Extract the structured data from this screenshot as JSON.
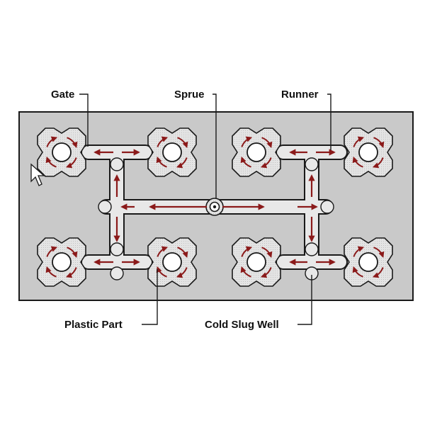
{
  "labels": {
    "gate": "Gate",
    "sprue": "Sprue",
    "runner": "Runner",
    "plastic_part": "Plastic Part",
    "cold_slug_well": "Cold Slug Well"
  },
  "colors": {
    "plate": "#c9c9c9",
    "outline": "#1a1a1a",
    "channel": "#e6e6e6",
    "flow_arrow": "#8b1a1a",
    "label_text": "#111111"
  },
  "icons": {
    "cursor": "mouse-pointer-icon"
  }
}
